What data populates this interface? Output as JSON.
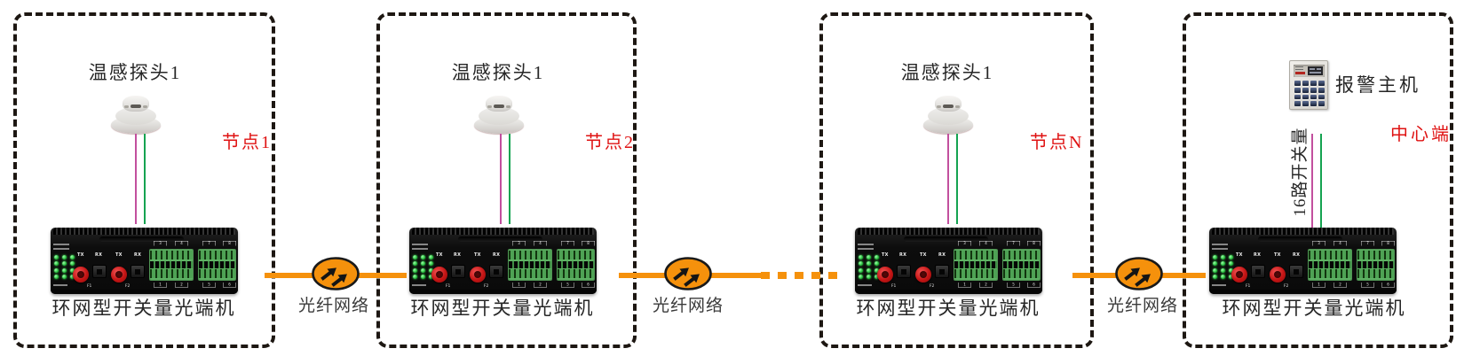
{
  "boxes": [
    {
      "sensor_label": "温感探头1",
      "node_label": "节点1",
      "device_label": "环网型开关量光端机"
    },
    {
      "sensor_label": "温感探头1",
      "node_label": "节点2",
      "device_label": "环网型开关量光端机"
    },
    {
      "sensor_label": "温感探头1",
      "node_label": "节点N",
      "device_label": "环网型开关量光端机"
    },
    {
      "alarm_label": "报警主机",
      "side_label": "中心端",
      "channels_label": "16路开关量",
      "device_label": "环网型开关量光端机"
    }
  ],
  "links": [
    {
      "label": "光纤网络",
      "style": "solid"
    },
    {
      "label": "光纤网络",
      "style": "solid-then-dotted"
    },
    {
      "label": "光纤网络",
      "style": "solid"
    }
  ],
  "device": {
    "port_labels": [
      "TX",
      "RX",
      "TX",
      "RX"
    ],
    "fiber_labels": [
      "F1",
      "F2"
    ],
    "terminals_top": [
      "3",
      "4",
      "7",
      "8"
    ],
    "terminals_bottom": [
      "1",
      "2",
      "5",
      "6"
    ]
  },
  "colors": {
    "orange": "#F5910C",
    "node_red": "#DF1212",
    "wire_magenta": "#C24F9E",
    "wire_green": "#15A351",
    "terminal_green": "#5FB364",
    "led_green": "#27BE3D",
    "text_dark": "#262626"
  }
}
